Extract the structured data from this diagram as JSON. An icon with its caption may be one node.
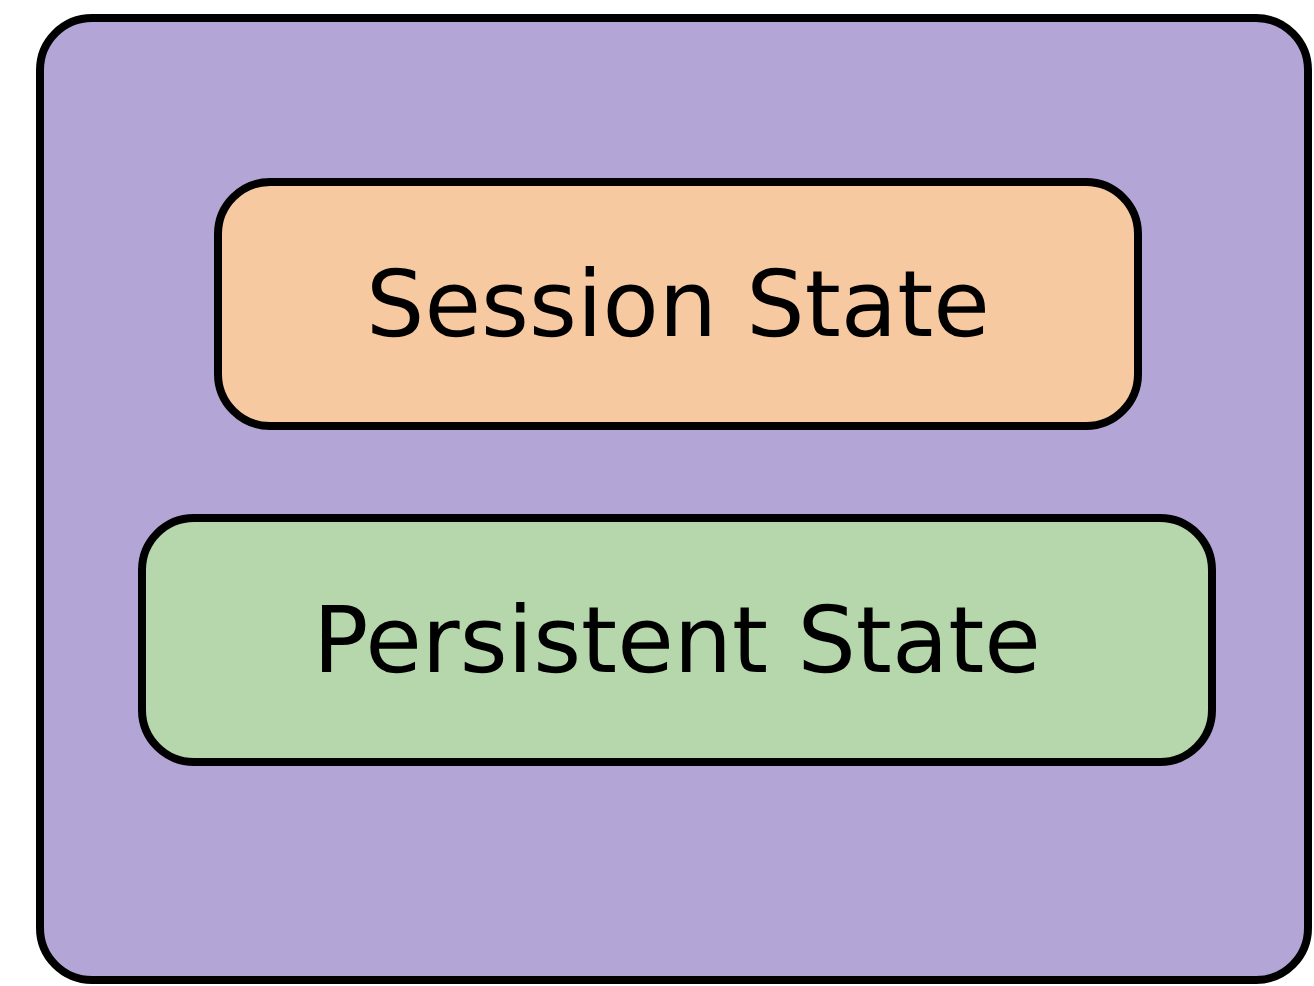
{
  "diagram": {
    "nodes": [
      {
        "text": [],
        "shape": "box"
      },
      {
        "text": [
          "Session State"
        ],
        "in": 0
      },
      {
        "text": [
          "Persistent State"
        ],
        "in": 0
      }
    ]
  }
}
